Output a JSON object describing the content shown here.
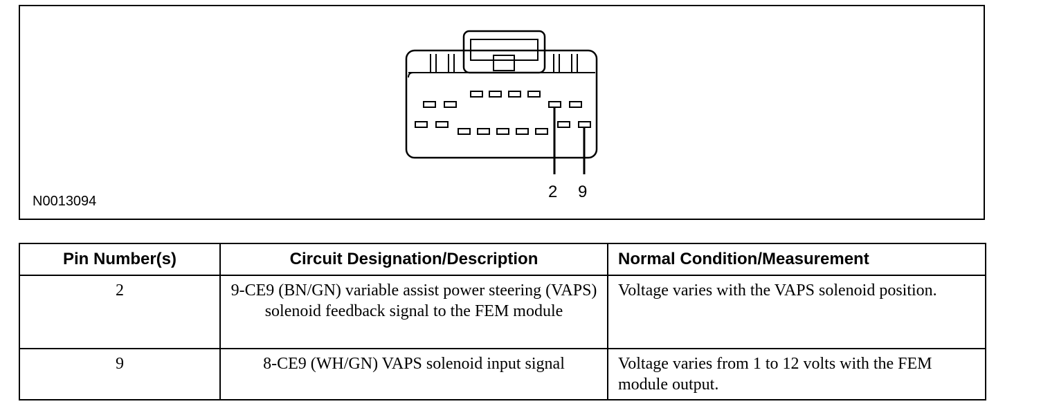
{
  "figure": {
    "id": "N0013094",
    "pin_callouts": [
      "2",
      "9"
    ]
  },
  "table": {
    "headers": [
      "Pin Number(s)",
      "Circuit Designation/Description",
      "Normal Condition/Measurement"
    ],
    "rows": [
      {
        "pin": "2",
        "circuit": "9-CE9 (BN/GN) variable assist power steering (VAPS) solenoid feedback signal to the FEM module",
        "condition": "Voltage varies with the VAPS solenoid position."
      },
      {
        "pin": "9",
        "circuit": "8-CE9 (WH/GN) VAPS solenoid input signal",
        "condition": "Voltage varies from 1 to 12 volts with the FEM module output."
      }
    ]
  }
}
